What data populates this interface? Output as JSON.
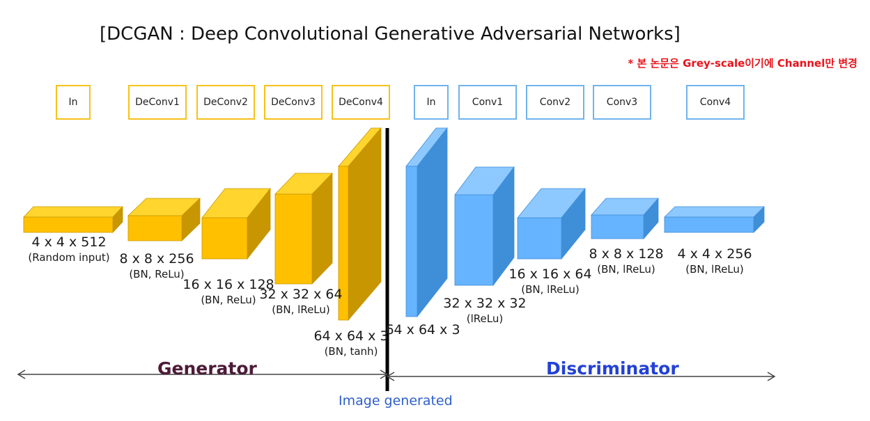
{
  "title": "[DCGAN : Deep Convolutional Generative Adversarial Networks]",
  "note": "* 본 논문은 Grey-scale이기에 Channel만 변경",
  "layers": {
    "generator": [
      "In",
      "DeConv1",
      "DeConv2",
      "DeConv3",
      "DeConv4"
    ],
    "discriminator": [
      "In",
      "Conv1",
      "Conv2",
      "Conv3",
      "Conv4"
    ]
  },
  "blocks": {
    "generator": [
      {
        "dim": "4 x 4 x 512",
        "sub": "(Random input)"
      },
      {
        "dim": "8 x 8 x 256",
        "sub": "(BN, ReLu)"
      },
      {
        "dim": "16 x 16 x 128",
        "sub": "(BN, ReLu)"
      },
      {
        "dim": "32 x 32 x 64",
        "sub": "(BN, lReLu)"
      },
      {
        "dim": "64 x 64 x 3",
        "sub": "(BN, tanh)"
      }
    ],
    "discriminator": [
      {
        "dim": "64 x 64 x 3",
        "sub": ""
      },
      {
        "dim": "32 x 32 x 32",
        "sub": "(lReLu)"
      },
      {
        "dim": "16 x 16 x 64",
        "sub": "(BN, lReLu)"
      },
      {
        "dim": "8 x 8 x 128",
        "sub": "(BN, lReLu)"
      },
      {
        "dim": "4 x 4 x 256",
        "sub": "(BN, lReLu)"
      }
    ]
  },
  "sections": {
    "generator": "Generator",
    "discriminator": "Discriminator"
  },
  "center_label": "Image generated",
  "colors": {
    "generator_front": "#ffc000",
    "generator_top": "#ffd52e",
    "generator_side": "#c79600",
    "generator_border": "#f5c21a",
    "discriminator_front": "#66b3ff",
    "discriminator_top": "#8dc8ff",
    "discriminator_side": "#3f8ed8",
    "discriminator_border": "#6fb4ec",
    "note": "#e8131b",
    "generator_title": "#4d1b38",
    "discriminator_title": "#2341d6",
    "center_label": "#2e5fc9"
  }
}
